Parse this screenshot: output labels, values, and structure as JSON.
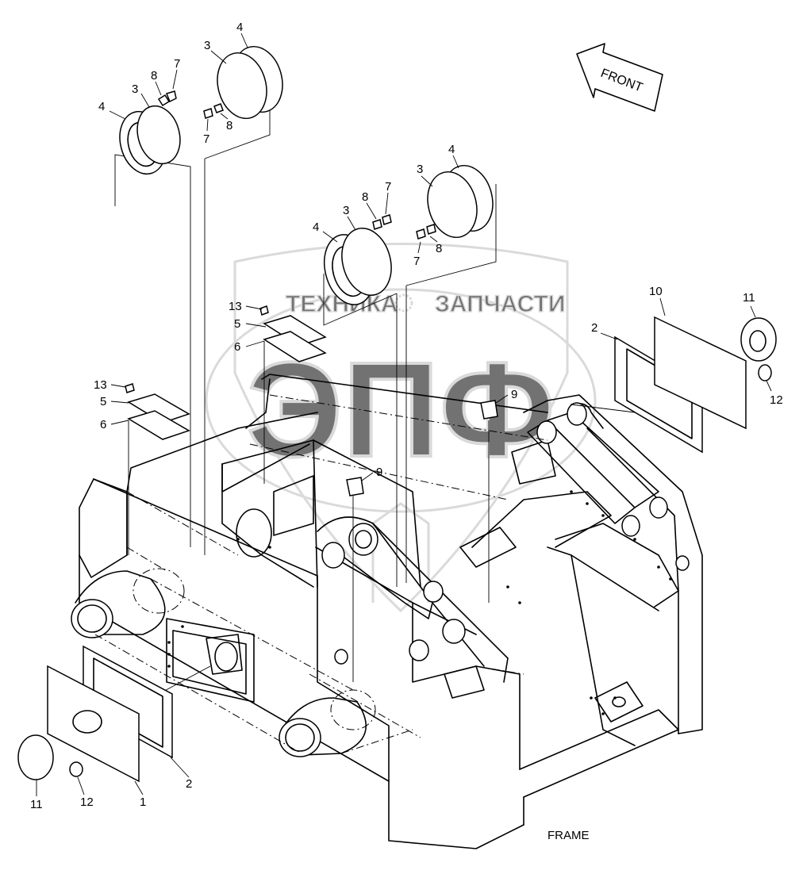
{
  "diagram": {
    "caption": "FRAME",
    "front_arrow_label": "FRONT",
    "watermark": {
      "brand_letters": "ЭПФ",
      "left_word": "ТЕХНИКА",
      "right_word": "ЗАПЧАСТИ",
      "color": "#bdbdbd"
    },
    "callouts": {
      "c1": "4",
      "c2": "3",
      "c3": "8",
      "c4": "7",
      "c5": "4",
      "c6": "3",
      "c7": "7",
      "c8": "8",
      "c9": "4",
      "c10": "3",
      "c11": "8",
      "c12": "7",
      "c13": "7",
      "c14": "8",
      "c15": "3",
      "c16": "4",
      "c17": "13",
      "c18": "5",
      "c19": "6",
      "c20": "13",
      "c21": "5",
      "c22": "6",
      "c23": "9",
      "c24": "9",
      "c25": "10",
      "c26": "11",
      "c27": "2",
      "c28": "12",
      "c29": "11",
      "c30": "12",
      "c31": "1",
      "c32": "2"
    }
  }
}
